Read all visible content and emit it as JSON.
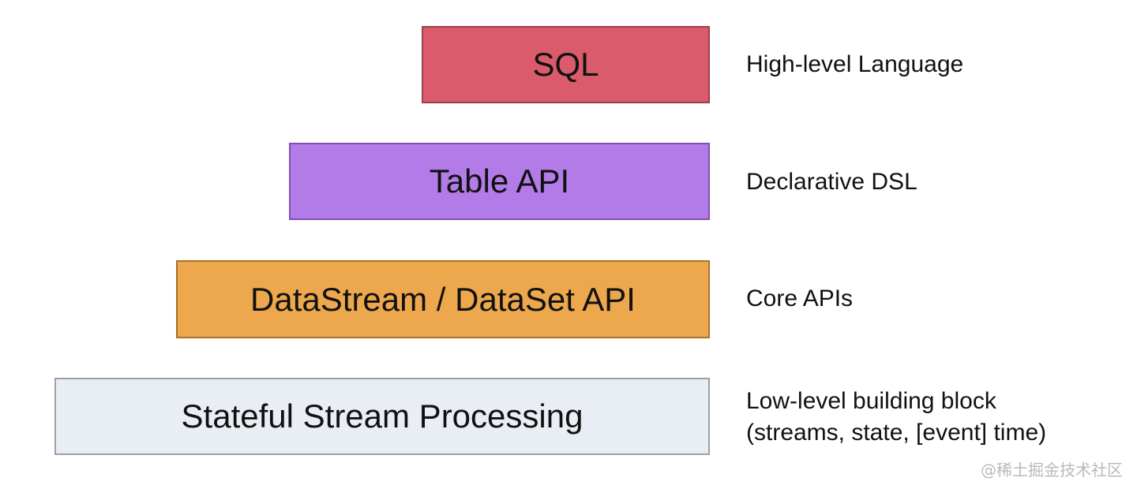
{
  "layers": [
    {
      "label": "SQL",
      "description_lines": [
        "High-level Language"
      ],
      "color": "#d95b6c"
    },
    {
      "label": "Table API",
      "description_lines": [
        "Declarative DSL"
      ],
      "color": "#b37be8"
    },
    {
      "label": "DataStream / DataSet API",
      "description_lines": [
        "Core APIs"
      ],
      "color": "#eda84d"
    },
    {
      "label": "Stateful Stream Processing",
      "description_lines": [
        "Low-level building block",
        "(streams, state, [event] time)"
      ],
      "color": "#e9edf4"
    }
  ],
  "watermark": "@稀土掘金技术社区"
}
